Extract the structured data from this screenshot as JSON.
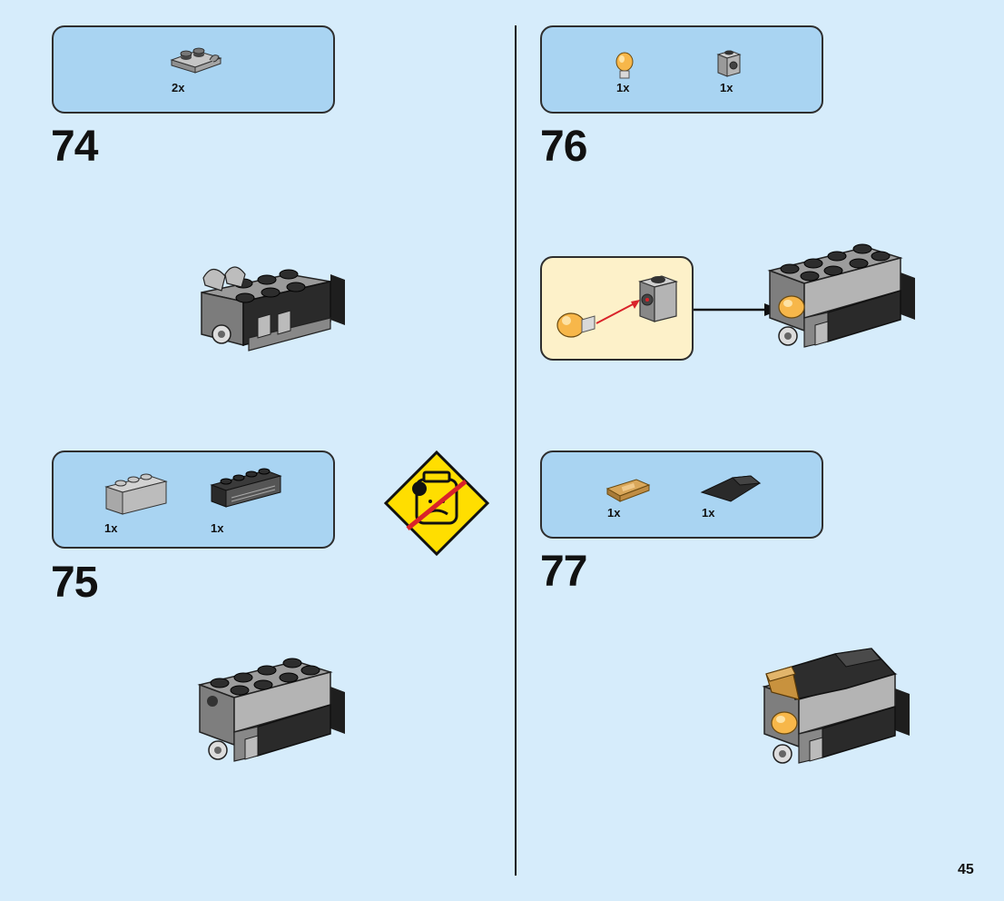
{
  "page": {
    "number": "45"
  },
  "steps": [
    {
      "number": "74",
      "parts": [
        {
          "qty": "2x",
          "icon": "plate-clip-icon",
          "color": "gray"
        }
      ]
    },
    {
      "number": "75",
      "parts": [
        {
          "qty": "1x",
          "icon": "brick-1x3-icon",
          "color": "light-gray"
        },
        {
          "qty": "1x",
          "icon": "brick-1x4-grill-icon",
          "color": "dark-gray"
        }
      ]
    },
    {
      "number": "76",
      "parts": [
        {
          "qty": "1x",
          "icon": "lamp-bulb-icon",
          "color": "orange"
        },
        {
          "qty": "1x",
          "icon": "brick-side-stud-icon",
          "color": "gray"
        }
      ]
    },
    {
      "number": "77",
      "parts": [
        {
          "qty": "1x",
          "icon": "gold-tile-icon",
          "color": "gold"
        },
        {
          "qty": "1x",
          "icon": "black-wedge-icon",
          "color": "black"
        }
      ]
    }
  ],
  "warning": {
    "icon": "choking-hazard-icon",
    "color": "#ffde00"
  },
  "colors": {
    "background": "#d6ecfb",
    "parts_box": "#a9d4f2",
    "callout": "#fdf1c9"
  }
}
